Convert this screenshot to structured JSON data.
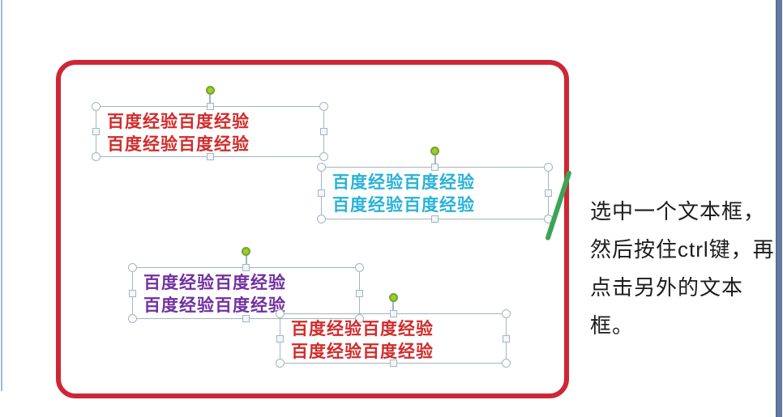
{
  "canvas": {
    "background": "#ffffff",
    "page_edge_left_color": "#9fbcd6",
    "page_edge_right_color": "#64799c",
    "highlight_frame_color": "#cf2636",
    "pointer_line_color": "#3aa556",
    "selection_border_color": "#a4b5c0",
    "rotation_handle_color": "#9acd32"
  },
  "textboxes": [
    {
      "name": "textbox-red-1",
      "text_color": "#d22b2b",
      "lines": [
        "百度经验百度经验",
        "百度经验百度经验"
      ]
    },
    {
      "name": "textbox-cyan",
      "text_color": "#29b2d8",
      "lines": [
        "百度经验百度经验",
        "百度经验百度经验"
      ]
    },
    {
      "name": "textbox-purple",
      "text_color": "#7030a0",
      "lines": [
        "百度经验百度经验",
        "百度经验百度经验"
      ]
    },
    {
      "name": "textbox-red-2",
      "text_color": "#d22b2b",
      "lines": [
        "百度经验百度经验",
        "百度经验百度经验"
      ]
    }
  ],
  "annotation": {
    "text_color": "#1c1c1c",
    "lines": [
      "选中一个文本框，",
      "然后按住ctrl键，再",
      "点击另外的文本",
      "框。"
    ]
  }
}
